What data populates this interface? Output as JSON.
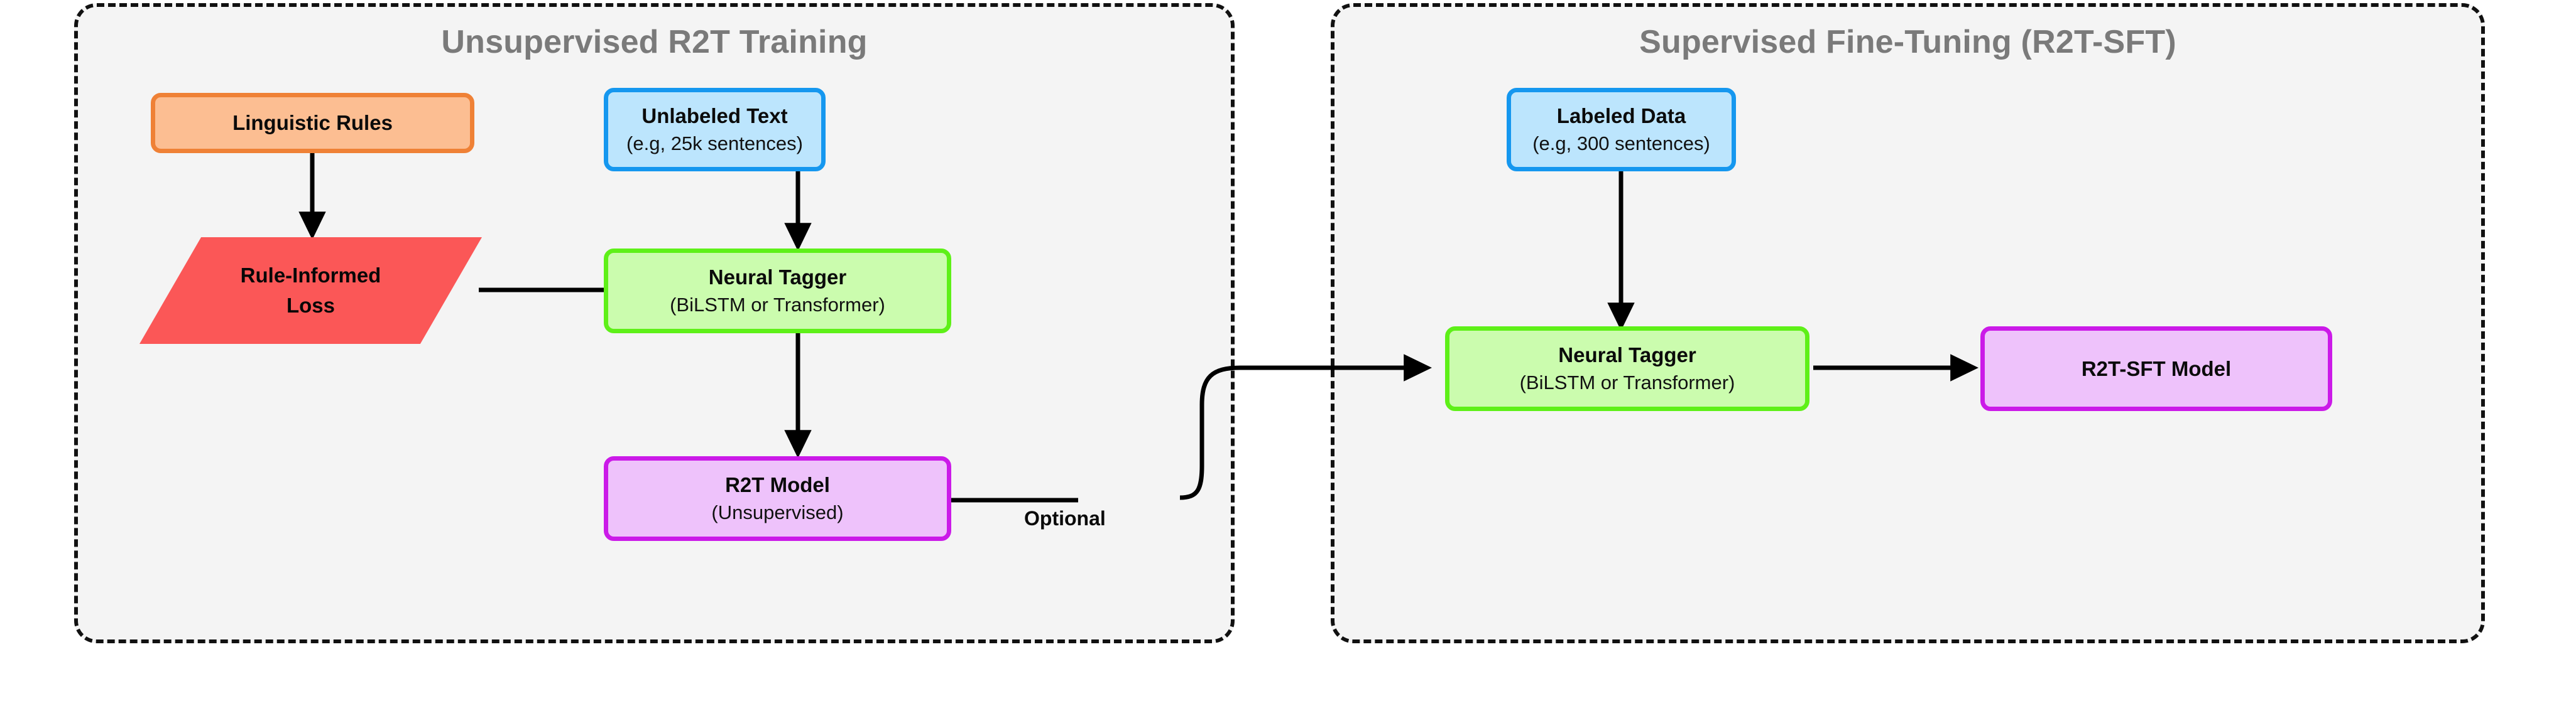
{
  "diagram": {
    "background": "#ffffff",
    "groups": [
      {
        "id": "unsupervised",
        "title": "Unsupervised R2T Training"
      },
      {
        "id": "supervised",
        "title": "Supervised Fine-Tuning (R2T-SFT)"
      }
    ],
    "nodes": {
      "linguistic_rules": {
        "title": "Linguistic Rules",
        "sub": "",
        "fill": "#fcbe92",
        "stroke": "#ef8136",
        "shape": "rounded-rect"
      },
      "unlabeled_text": {
        "title": "Unlabeled Text",
        "sub": "(e.g, 25k sentences)",
        "fill": "#bce5fd",
        "stroke": "#1597ef",
        "shape": "rounded-rect"
      },
      "rule_informed_loss": {
        "title": "Rule-Informed\nLoss",
        "sub": "",
        "fill": "#fb5757",
        "stroke": "none",
        "shape": "parallelogram"
      },
      "neural_tagger_unsup": {
        "title": "Neural Tagger",
        "sub": "(BiLSTM or Transformer)",
        "fill": "#cbfcae",
        "stroke": "#5ef018",
        "shape": "rounded-rect"
      },
      "r2t_model": {
        "title": "R2T Model",
        "sub": "(Unsupervised)",
        "fill": "#eec2fb",
        "stroke": "#cb1ae8",
        "shape": "rounded-rect"
      },
      "labeled_data": {
        "title": "Labeled Data",
        "sub": "(e.g, 300 sentences)",
        "fill": "#bce5fd",
        "stroke": "#1597ef",
        "shape": "rounded-rect"
      },
      "neural_tagger_sup": {
        "title": "Neural Tagger",
        "sub": "(BiLSTM or Transformer)",
        "fill": "#cbfcae",
        "stroke": "#5ef018",
        "shape": "rounded-rect"
      },
      "r2t_sft_model": {
        "title": "R2T-SFT Model",
        "sub": "",
        "fill": "#eec2fb",
        "stroke": "#cb1ae8",
        "shape": "rounded-rect"
      }
    },
    "edge_labels": {
      "optional": "Optional"
    },
    "colors": {
      "group_title": "#7a7a7a",
      "group_fill": "#f4f4f4",
      "group_border": "#111111",
      "edge": "#000000"
    }
  }
}
